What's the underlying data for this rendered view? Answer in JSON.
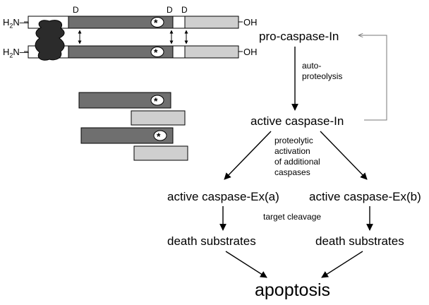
{
  "domain": "Diagram",
  "colors": {
    "dark_domain": "#6f6f6f",
    "light_domain": "#cfcfcf",
    "prodomain_blob": "#2b2b2b",
    "line": "#000000",
    "feedback_line": "#777777"
  },
  "structure": {
    "n_terminus": "H2N",
    "c_terminus": "OH",
    "cleavage_site_label": "D",
    "active_site_symbol": "*"
  },
  "nodes": {
    "pro_caspase": "pro-caspase-In",
    "active_caspase_in": "active caspase-In",
    "active_caspase_ex_a": "active caspase-Ex(a)",
    "active_caspase_ex_b": "active caspase-Ex(b)",
    "death_substrates_left": "death substrates",
    "death_substrates_right": "death substrates",
    "apoptosis": "apoptosis"
  },
  "edge_labels": {
    "autoproteolysis_1": "auto-",
    "autoproteolysis_2": "proteolysis",
    "activation_1": "proteolytic",
    "activation_2": "activation",
    "activation_3": "of additional",
    "activation_4": "caspases",
    "target_cleavage": "target cleavage"
  }
}
